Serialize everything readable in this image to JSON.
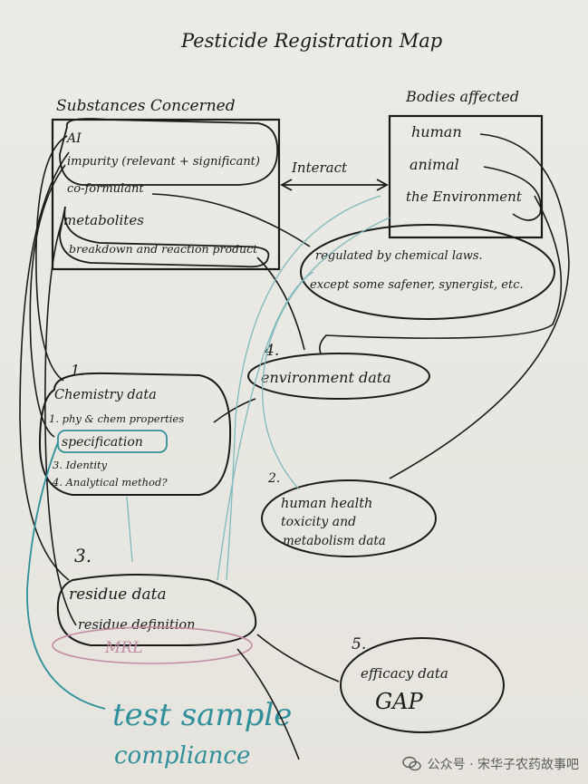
{
  "title": "Pesticide Registration Map",
  "substances": {
    "heading": "Substances Concerned",
    "items": [
      "AI",
      "impurity (relevant + significant)",
      "co-formulant",
      "metabolites",
      "breakdown and reaction product"
    ]
  },
  "bodies": {
    "heading": "Bodies affected",
    "items": [
      "human",
      "animal",
      "the Environment"
    ]
  },
  "interaction_label": "Interact",
  "regulated": {
    "line1": "regulated by chemical laws.",
    "line2": "except some safener, synergist, etc."
  },
  "environment": {
    "number": "4.",
    "label": "environment data"
  },
  "chemistry": {
    "number": "1.",
    "title": "Chemistry data",
    "items": [
      "1. phy & chem properties",
      "specification",
      "3. Identity",
      "4. Analytical method?"
    ]
  },
  "human_health": {
    "number": "2.",
    "line1": "human health",
    "line2": "toxicity and",
    "line3": "metabolism data"
  },
  "residue": {
    "number": "3.",
    "title": "residue data",
    "definition": "residue definition",
    "mrl": "MRL"
  },
  "efficacy": {
    "number": "5.",
    "label": "efficacy data",
    "gap": "GAP"
  },
  "test_sample": {
    "line1": "test sample",
    "line2": "compliance"
  },
  "watermark": "公众号 · 宋华子农药故事吧",
  "colors": {
    "ink": "#1b1b1b",
    "teal": "#2f8f9a",
    "pink": "#c28aa4",
    "paper": "#eae9e3"
  }
}
